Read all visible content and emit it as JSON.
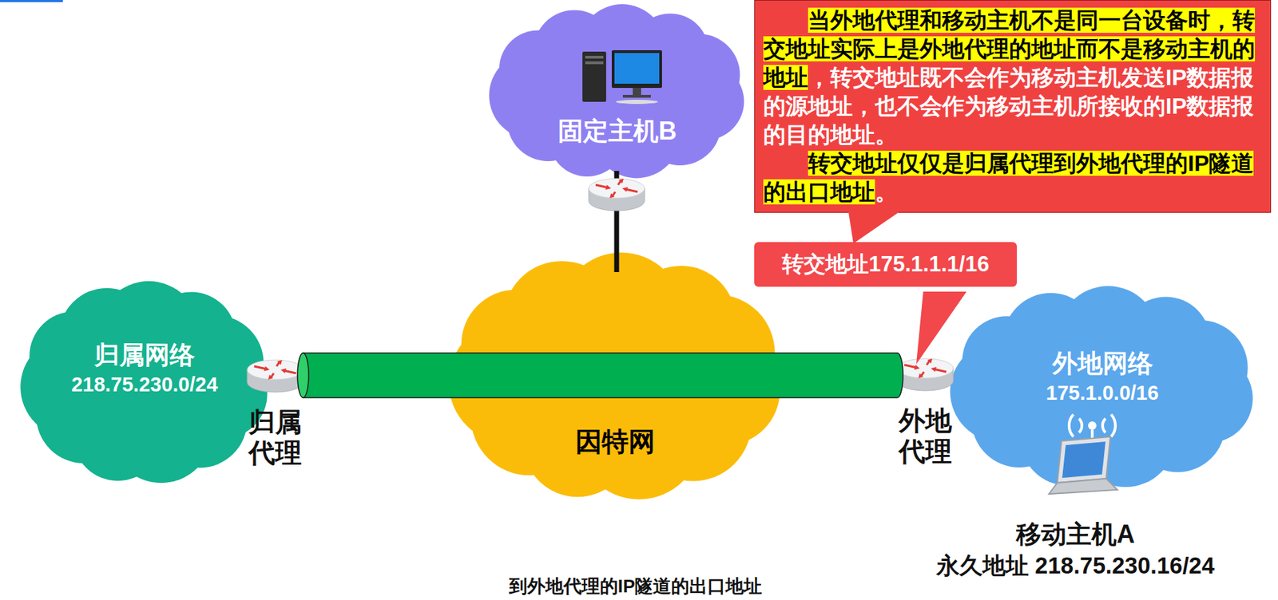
{
  "diagram": {
    "nodes": [
      {
        "text": [
          "归属网络",
          "218.75.230.0/24"
        ]
      },
      {
        "text": [
          "固定主机B"
        ]
      },
      {
        "text": [
          "当外地代理和移动主机不是同一台设备时，转交地址实际上是外地代理的地址而不是移动主机的地址",
          "，转交地址既不会作为移动主机发送IP数据报的源地址，也不会作为移动主机所接收的IP数据报的目的地址。",
          "转交地址仅仅是归属代理到外地代理的IP隧道的出口地址",
          "。"
        ]
      },
      {
        "text": [
          "转交地址175.1.1.1/16"
        ]
      },
      {
        "text": [
          "归属代理"
        ]
      },
      {
        "text": [
          "因特网"
        ]
      },
      {
        "text": [
          "外地代理"
        ]
      },
      {
        "text": [
          "外地网络",
          "175.1.0.0/16"
        ]
      }
    ],
    "edges": [
      {
        "from": 1,
        "to": 5,
        "arrow": "none"
      },
      {
        "from": 4,
        "to": 6,
        "label": "IP隧道",
        "arrow": "none"
      }
    ],
    "labels": [
      "移动主机A",
      "永久地址 218.75.230.16/24",
      "到外地代理的IP隧道的出口地址"
    ]
  }
}
